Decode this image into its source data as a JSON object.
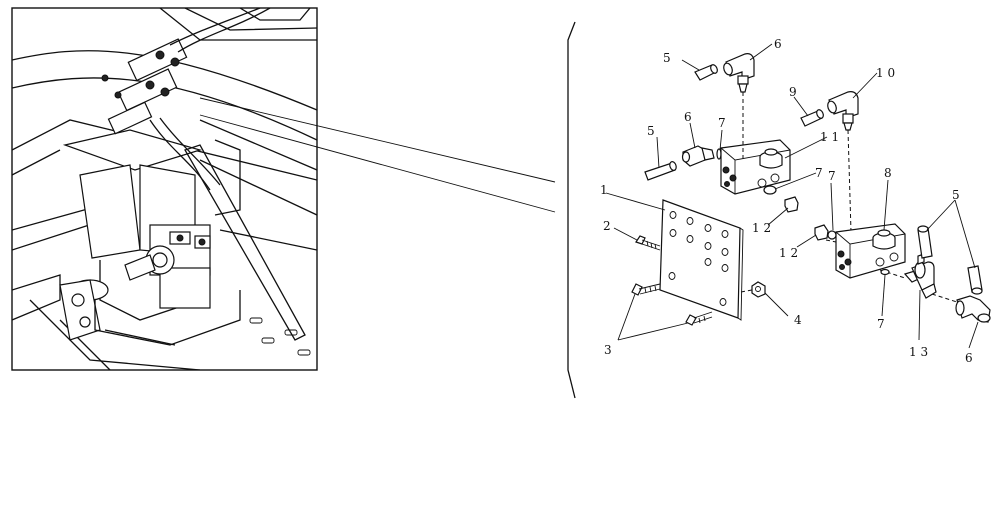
{
  "callouts": {
    "c1": "1",
    "c2": "2",
    "c3": "3",
    "c4": "4",
    "c5a": "5",
    "c5b": "5",
    "c5c": "5",
    "c6a": "6",
    "c6b": "6",
    "c6c": "6",
    "c7a": "7",
    "c7b": "7",
    "c7c": "7",
    "c7d": "7",
    "c8": "8",
    "c9": "9",
    "c10": "1 0",
    "c11": "1 1",
    "c12a": "1 2",
    "c12b": "1 2",
    "c13": "1 3"
  }
}
